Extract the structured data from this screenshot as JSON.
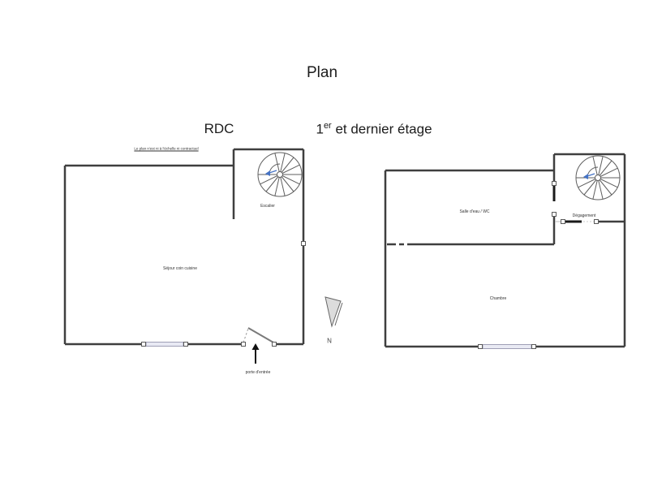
{
  "title": "Plan",
  "headers": {
    "rdc": "RDC",
    "etage_num": "1",
    "etage_sup": "er",
    "etage_rest": " et dernier étage"
  },
  "disclaimer": "Le plan n'est ni à l'échelle ni contractuel",
  "rdc_plan": {
    "sejour_label": "Séjour coin cuisine",
    "escalier_label": "Escalier",
    "porte_label": "porte d'entrée"
  },
  "etage_plan": {
    "salle_eau_label": "Salle d'eau / WC",
    "degagement_label": "Dégagement",
    "chambre_label": "Chambre"
  },
  "compass_label": "N",
  "colors": {
    "wall": "#3f3f3f",
    "door_dark": "#1a1a1a",
    "door_leaf": "#7a7a7a",
    "window_fill": "#e9eaf4",
    "window_edge": "#8a8aa5",
    "stair": "#5f5f5f",
    "arrow_blue": "#4472c4",
    "north_fill": "#dcdcdc",
    "text": "#333333"
  }
}
